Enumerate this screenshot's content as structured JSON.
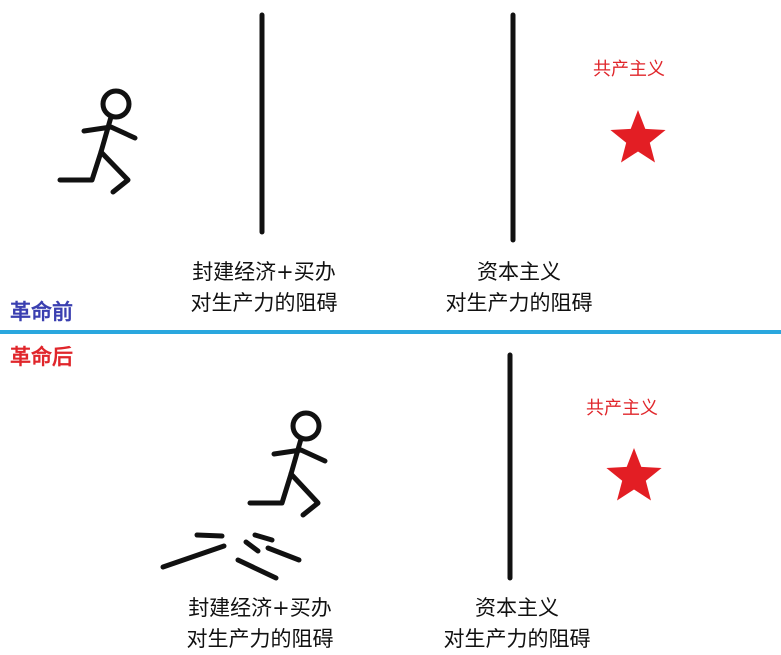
{
  "colors": {
    "before_label": "#3a3fb0",
    "after_label": "#e0262b",
    "divider": "#2aa7de",
    "star": "#e31e24",
    "ink": "#111111"
  },
  "labels": {
    "before": "革命前",
    "after": "革命后",
    "communism": "共产主义",
    "feudal_line1": "封建经济+买办",
    "capitalism_line1": "资本主义",
    "obstacle_line2": "对生产力的阻碍"
  },
  "icons": {
    "runner": "stick-figure-runner-icon",
    "star": "red-star-icon",
    "rubble": "broken-barrier-rubble"
  }
}
